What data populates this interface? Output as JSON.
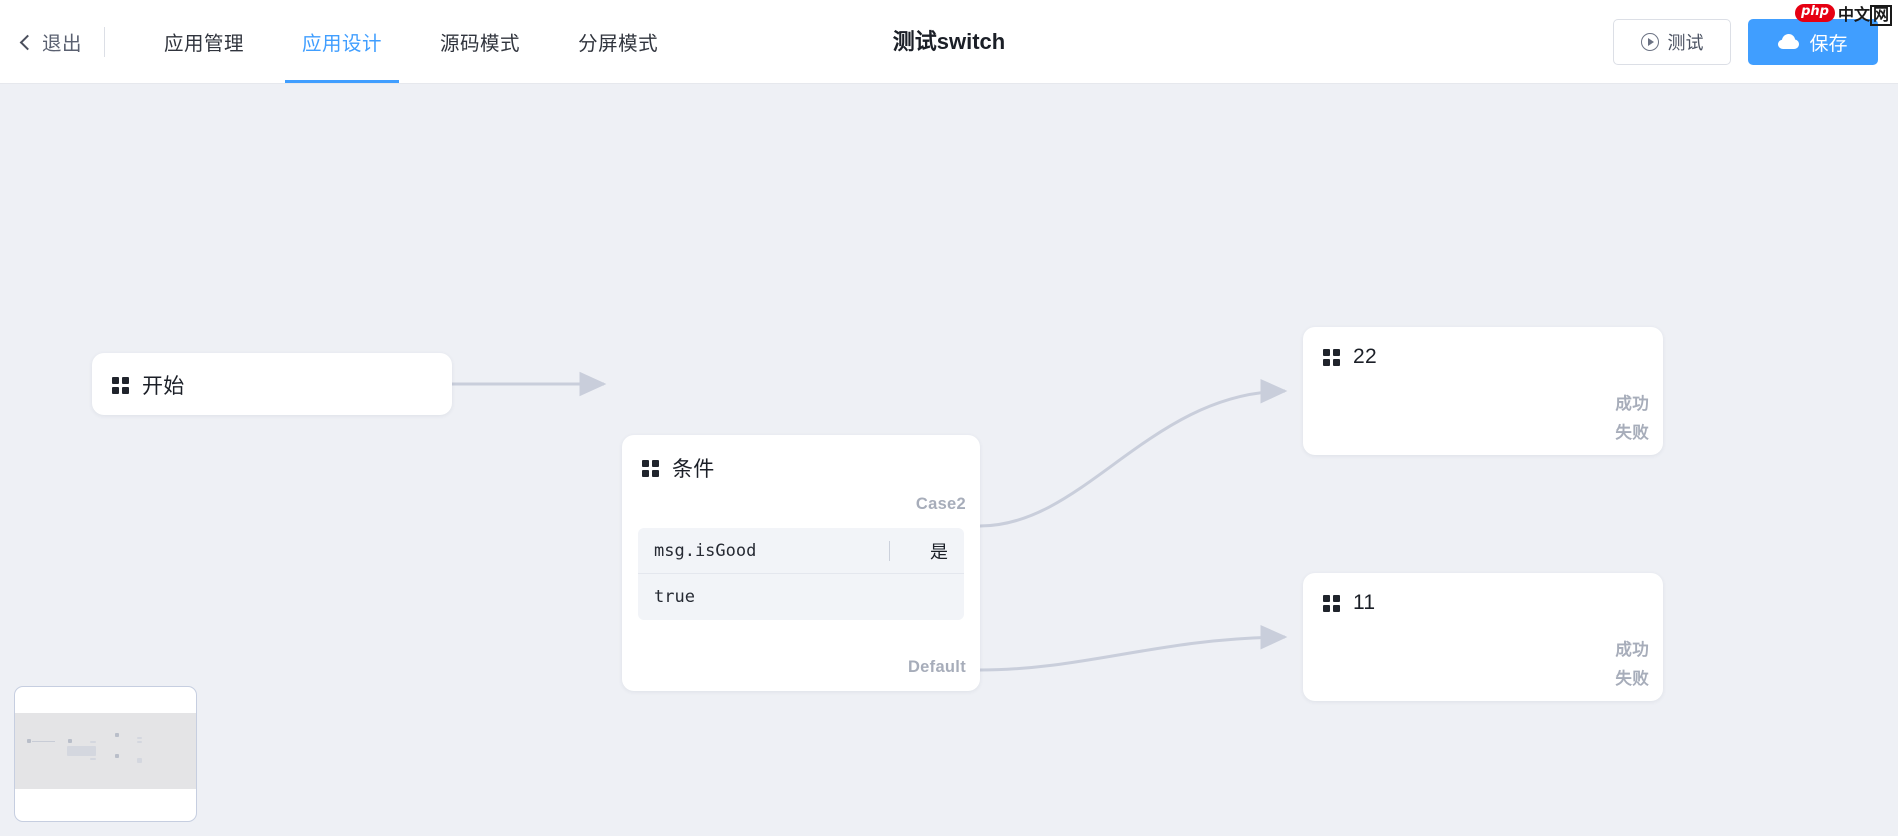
{
  "header": {
    "exit_label": "退出",
    "back_icon": "chevron-left-icon",
    "tabs": [
      {
        "label": "应用管理",
        "active": false
      },
      {
        "label": "应用设计",
        "active": true
      },
      {
        "label": "源码模式",
        "active": false
      },
      {
        "label": "分屏模式",
        "active": false
      }
    ],
    "title": "测试switch",
    "test_button": {
      "label": "测试",
      "icon": "play-circle-icon"
    },
    "save_button": {
      "label": "保存",
      "icon": "cloud-upload-icon"
    },
    "active_tab_color": "#409eff",
    "save_button_color": "#409eff"
  },
  "watermark": {
    "brand": "php",
    "suffix_1": "中文",
    "suffix_2": "网",
    "badge_color": "#e60012"
  },
  "canvas": {
    "background_color": "#eef0f5",
    "edge_color": "#cfd4de",
    "nodes": [
      {
        "id": "start",
        "title": "开始",
        "icon": "grid-four-dots-icon",
        "ports": []
      },
      {
        "id": "condition",
        "title": "条件",
        "icon": "grid-four-dots-icon",
        "ports": [
          "Case2",
          "Default"
        ],
        "fields": {
          "key": "msg.isGood",
          "operator": "是",
          "value": "true"
        }
      },
      {
        "id": "node22",
        "title": "22",
        "icon": "grid-four-dots-icon",
        "ports": [
          "成功",
          "失败"
        ]
      },
      {
        "id": "node11",
        "title": "11",
        "icon": "grid-four-dots-icon",
        "ports": [
          "成功",
          "失败"
        ]
      }
    ],
    "edges": [
      {
        "from": "start",
        "to": "condition"
      },
      {
        "from": "condition:Case2",
        "to": "node22"
      },
      {
        "from": "condition:Default",
        "to": "node11"
      }
    ]
  },
  "minimap": {
    "name": "canvas-minimap"
  }
}
